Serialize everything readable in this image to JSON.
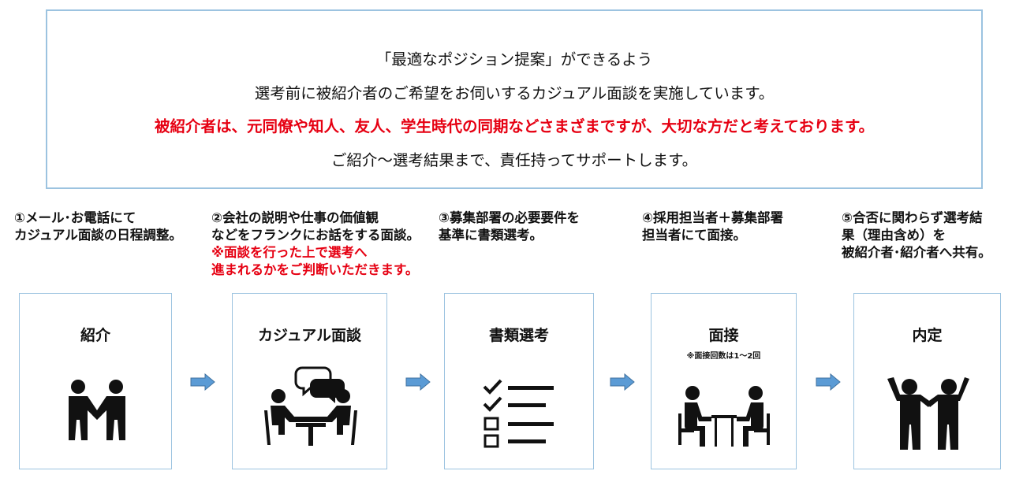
{
  "intro": {
    "line1": "「最適なポジション提案」ができるよう",
    "line2": "選考前に被紹介者のご希望をお伺いするカジュアル面談を実施しています。",
    "line3": "被紹介者は、元同僚や知人、友人、学生時代の同期などさまざまですが、大切な方だと考えております。",
    "line4": "ご紹介～選考結果まで、責任持ってサポートします。"
  },
  "steps": [
    {
      "desc1": "①メール･お電話にて",
      "desc2": "カジュアル面談の日程調整。",
      "title": "紹介",
      "icon": "handshake-icon"
    },
    {
      "desc1": "②会社の説明や仕事の価値観",
      "desc2": "などをフランクにお話をする面談。",
      "note1": "※面談を行った上で選考へ",
      "note2": "進まれるかをご判断いただきます。",
      "title": "カジュアル面談",
      "icon": "meeting-icon"
    },
    {
      "desc1": "③募集部署の必要要件を",
      "desc2": "基準に書類選考。",
      "title": "書類選考",
      "icon": "checklist-icon"
    },
    {
      "desc1": "④採用担当者＋募集部署",
      "desc2": "担当者にて面接。",
      "title": "面接",
      "note": "※面接回数は1～2回",
      "icon": "interview-icon"
    },
    {
      "desc1": "⑤合否に関わらず選考結",
      "desc2": "果（理由含め）を",
      "desc3": "被紹介者･紹介者へ共有。",
      "title": "内定",
      "icon": "celebration-icon"
    }
  ],
  "colors": {
    "accent_red": "#e60012",
    "border_blue": "#9cc3e0",
    "arrow_blue": "#5b9bd5",
    "icon": "#111111"
  }
}
